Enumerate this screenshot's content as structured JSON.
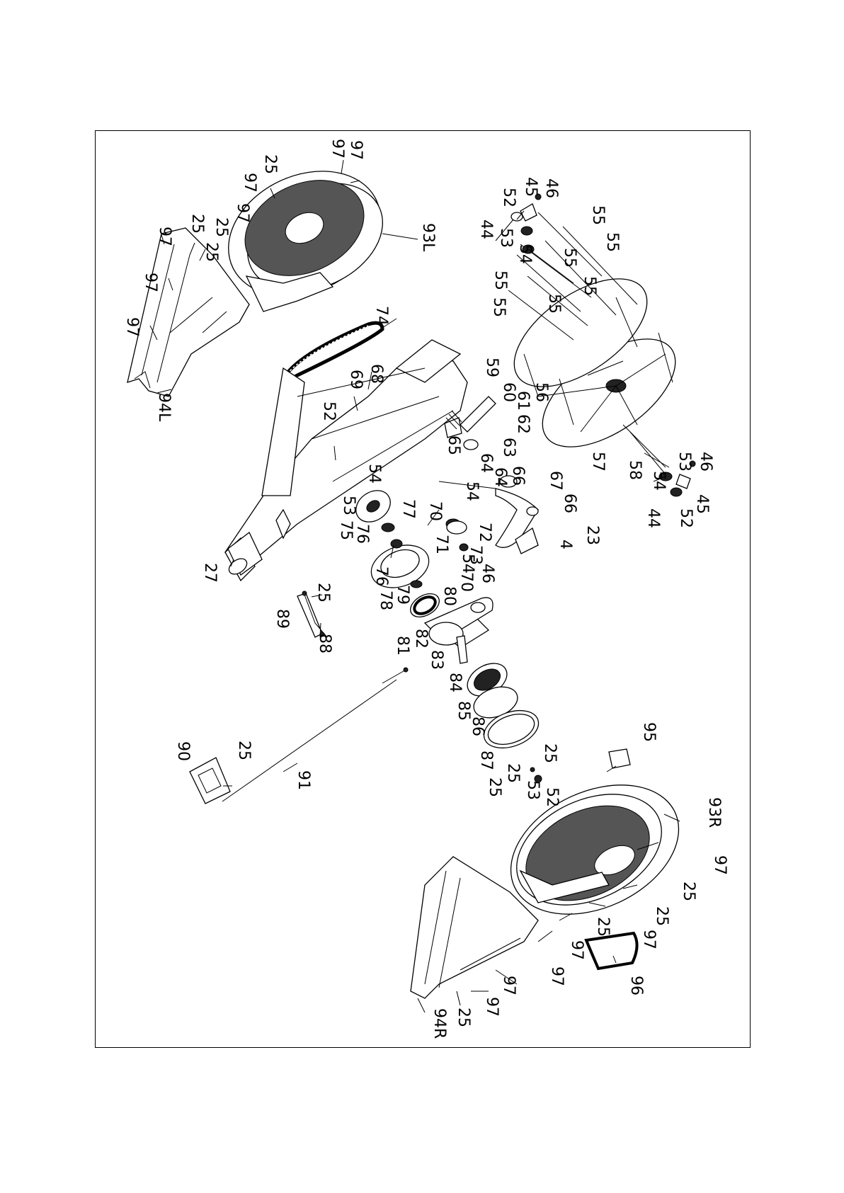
{
  "part_callouts": [
    {
      "id": "c1",
      "number": "97"
    },
    {
      "id": "c2",
      "number": "25"
    },
    {
      "id": "c3",
      "number": "97"
    },
    {
      "id": "c4",
      "number": "25"
    },
    {
      "id": "c5",
      "number": "97"
    },
    {
      "id": "c6",
      "number": "97"
    },
    {
      "id": "c7",
      "number": "25"
    },
    {
      "id": "c8",
      "number": "25"
    },
    {
      "id": "c9",
      "number": "97"
    },
    {
      "id": "c10",
      "number": "97"
    },
    {
      "id": "c11",
      "number": "94L"
    },
    {
      "id": "c12",
      "number": "93L"
    },
    {
      "id": "c13",
      "number": "74"
    },
    {
      "id": "c14",
      "number": "68"
    },
    {
      "id": "c15",
      "number": "69"
    },
    {
      "id": "c16",
      "number": "52"
    },
    {
      "id": "c17",
      "number": "54"
    },
    {
      "id": "c18",
      "number": "53"
    },
    {
      "id": "c19",
      "number": "75"
    },
    {
      "id": "c20",
      "number": "76"
    },
    {
      "id": "c21",
      "number": "77"
    },
    {
      "id": "c22",
      "number": "76"
    },
    {
      "id": "c23",
      "number": "70"
    },
    {
      "id": "c24",
      "number": "54"
    },
    {
      "id": "c25",
      "number": "71"
    },
    {
      "id": "c26",
      "number": "72"
    },
    {
      "id": "c27",
      "number": "73"
    },
    {
      "id": "c28",
      "number": "54"
    },
    {
      "id": "c29",
      "number": "70"
    },
    {
      "id": "c30",
      "number": "46"
    },
    {
      "id": "c31",
      "number": "78"
    },
    {
      "id": "c32",
      "number": "79"
    },
    {
      "id": "c33",
      "number": "80"
    },
    {
      "id": "c34",
      "number": "81"
    },
    {
      "id": "c35",
      "number": "82"
    },
    {
      "id": "c36",
      "number": "83"
    },
    {
      "id": "c37",
      "number": "84"
    },
    {
      "id": "c38",
      "number": "85"
    },
    {
      "id": "c39",
      "number": "86"
    },
    {
      "id": "c40",
      "number": "87"
    },
    {
      "id": "c41",
      "number": "25"
    },
    {
      "id": "c42",
      "number": "25"
    },
    {
      "id": "c43",
      "number": "25"
    },
    {
      "id": "c44",
      "number": "53"
    },
    {
      "id": "c45",
      "number": "52"
    },
    {
      "id": "c46",
      "number": "27"
    },
    {
      "id": "c47",
      "number": "25"
    },
    {
      "id": "c48",
      "number": "89"
    },
    {
      "id": "c49",
      "number": "88"
    },
    {
      "id": "c50",
      "number": "90"
    },
    {
      "id": "c51",
      "number": "25"
    },
    {
      "id": "c52",
      "number": "91"
    },
    {
      "id": "c53",
      "number": "97"
    },
    {
      "id": "c54",
      "number": "46"
    },
    {
      "id": "c55",
      "number": "45"
    },
    {
      "id": "c56",
      "number": "52"
    },
    {
      "id": "c57",
      "number": "44"
    },
    {
      "id": "c58",
      "number": "53"
    },
    {
      "id": "c59",
      "number": "54"
    },
    {
      "id": "c60",
      "number": "55"
    },
    {
      "id": "c61",
      "number": "55"
    },
    {
      "id": "c62",
      "number": "55"
    },
    {
      "id": "c63",
      "number": "55"
    },
    {
      "id": "c64",
      "number": "55"
    },
    {
      "id": "c65",
      "number": "55"
    },
    {
      "id": "c66",
      "number": "55"
    },
    {
      "id": "c67",
      "number": "56"
    },
    {
      "id": "c68",
      "number": "57"
    },
    {
      "id": "c69",
      "number": "58"
    },
    {
      "id": "c70",
      "number": "53"
    },
    {
      "id": "c71",
      "number": "54"
    },
    {
      "id": "c72",
      "number": "46"
    },
    {
      "id": "c73",
      "number": "45"
    },
    {
      "id": "c74",
      "number": "44"
    },
    {
      "id": "c75",
      "number": "52"
    },
    {
      "id": "c76",
      "number": "59"
    },
    {
      "id": "c77",
      "number": "60"
    },
    {
      "id": "c78",
      "number": "61"
    },
    {
      "id": "c79",
      "number": "62"
    },
    {
      "id": "c80",
      "number": "63"
    },
    {
      "id": "c81",
      "number": "65"
    },
    {
      "id": "c82",
      "number": "64"
    },
    {
      "id": "c83",
      "number": "66"
    },
    {
      "id": "c84",
      "number": "64"
    },
    {
      "id": "c85",
      "number": "67"
    },
    {
      "id": "c86",
      "number": "66"
    },
    {
      "id": "c87",
      "number": "23"
    },
    {
      "id": "c88",
      "number": "4"
    },
    {
      "id": "c89",
      "number": "95"
    },
    {
      "id": "c90",
      "number": "93R"
    },
    {
      "id": "c91",
      "number": "97"
    },
    {
      "id": "c92",
      "number": "25"
    },
    {
      "id": "c93",
      "number": "25"
    },
    {
      "id": "c94",
      "number": "97"
    },
    {
      "id": "c95",
      "number": "25"
    },
    {
      "id": "c96",
      "number": "97"
    },
    {
      "id": "c97",
      "number": "96"
    },
    {
      "id": "c98",
      "number": "97"
    },
    {
      "id": "c99",
      "number": "97"
    },
    {
      "id": "c100",
      "number": "97"
    },
    {
      "id": "c101",
      "number": "25"
    },
    {
      "id": "c102",
      "number": "94R"
    }
  ]
}
